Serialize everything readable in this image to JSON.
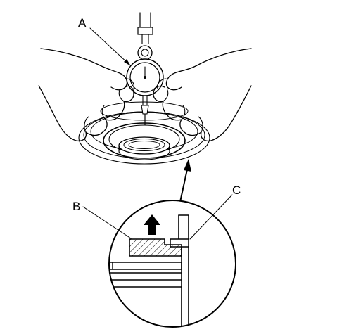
{
  "diagram": {
    "callouts": {
      "a": "A",
      "b": "B",
      "c": "C"
    },
    "colors": {
      "ink": "#000000",
      "paper": "#ffffff"
    },
    "icons": {
      "indicator": "dial-indicator-icon",
      "arrow": "up-arrow-icon"
    }
  }
}
